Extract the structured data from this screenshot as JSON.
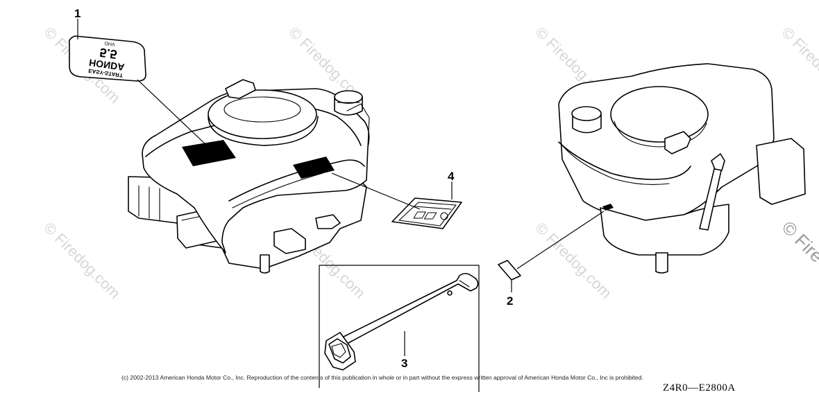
{
  "diagram": {
    "callouts": [
      {
        "id": "1",
        "label": "1"
      },
      {
        "id": "2",
        "label": "2"
      },
      {
        "id": "3",
        "label": "3"
      },
      {
        "id": "4",
        "label": "4"
      }
    ],
    "label_decal_text": {
      "line1": "EASY-START",
      "line2": "HONDA",
      "line3": "5.5",
      "line4": "OHV"
    },
    "watermarks": [
      "© Firedog.com",
      "© Firedog.com",
      "© Firedog.com",
      "© Firedog.com",
      "© Firedog.com",
      "© Firedog.com",
      "© Firedog.com",
      "© Fire"
    ]
  },
  "footer": {
    "copyright": "(c) 2002-2013 American Honda Motor Co., Inc. Reproduction of the contents of this publication in whole or in part without the express written approval of American Honda Motor Co., Inc is prohibited.",
    "diagram_code": "Z4R0—E2800A"
  }
}
